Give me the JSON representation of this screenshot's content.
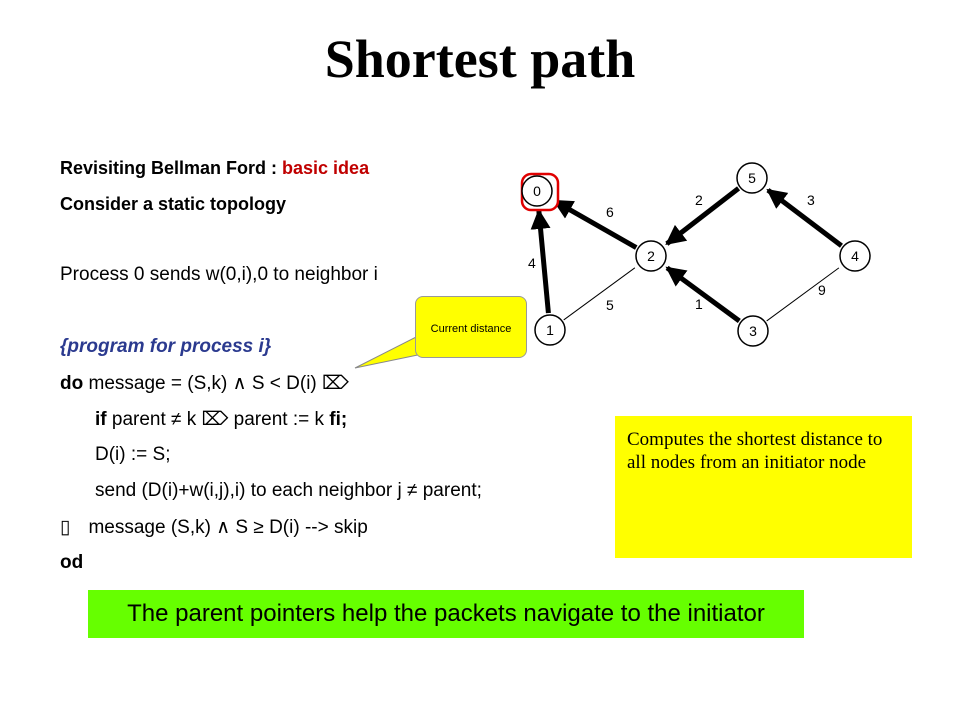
{
  "title": "Shortest path",
  "lines": {
    "l1a": "Revisiting Bellman Ford : ",
    "l1b": "basic idea",
    "l2": "Consider a static topology",
    "l3": "Process 0 sends w(0,i),0 to neighbor i",
    "l4": "{program for process i}",
    "l5_kw": "do",
    "l5": " message = (S,k) ∧ S < D(i) ⌦",
    "l6_kw": "if",
    "l6": " parent ≠ k ⌦ parent := k ",
    "l6_fi": "fi;",
    "l7": "D(i) := S;",
    "l8": "send (D(i)+w(i,j),i) to each neighbor j ≠ parent;",
    "l9_sym": "▯",
    "l9": "message (S,k) ∧ S ≥ D(i) --> skip",
    "l10": "od"
  },
  "callout": "Current distance",
  "note": "Computes the shortest distance to all nodes from an initiator node",
  "banner": "The parent pointers help the packets navigate to the initiator",
  "graph": {
    "nodes": [
      {
        "id": "0",
        "label": "0"
      },
      {
        "id": "1",
        "label": "1"
      },
      {
        "id": "2",
        "label": "2"
      },
      {
        "id": "3",
        "label": "3"
      },
      {
        "id": "4",
        "label": "4"
      },
      {
        "id": "5",
        "label": "5"
      }
    ],
    "edges": [
      {
        "from": "1",
        "to": "0",
        "weight": "4",
        "directed": true
      },
      {
        "from": "2",
        "to": "0",
        "weight": "6",
        "directed": true
      },
      {
        "from": "1",
        "to": "2",
        "weight": "5",
        "directed": false
      },
      {
        "from": "5",
        "to": "2",
        "weight": "2",
        "directed": true
      },
      {
        "from": "3",
        "to": "2",
        "weight": "1",
        "directed": true
      },
      {
        "from": "4",
        "to": "5",
        "weight": "3",
        "directed": true
      },
      {
        "from": "3",
        "to": "4",
        "weight": "9",
        "directed": false
      }
    ]
  }
}
